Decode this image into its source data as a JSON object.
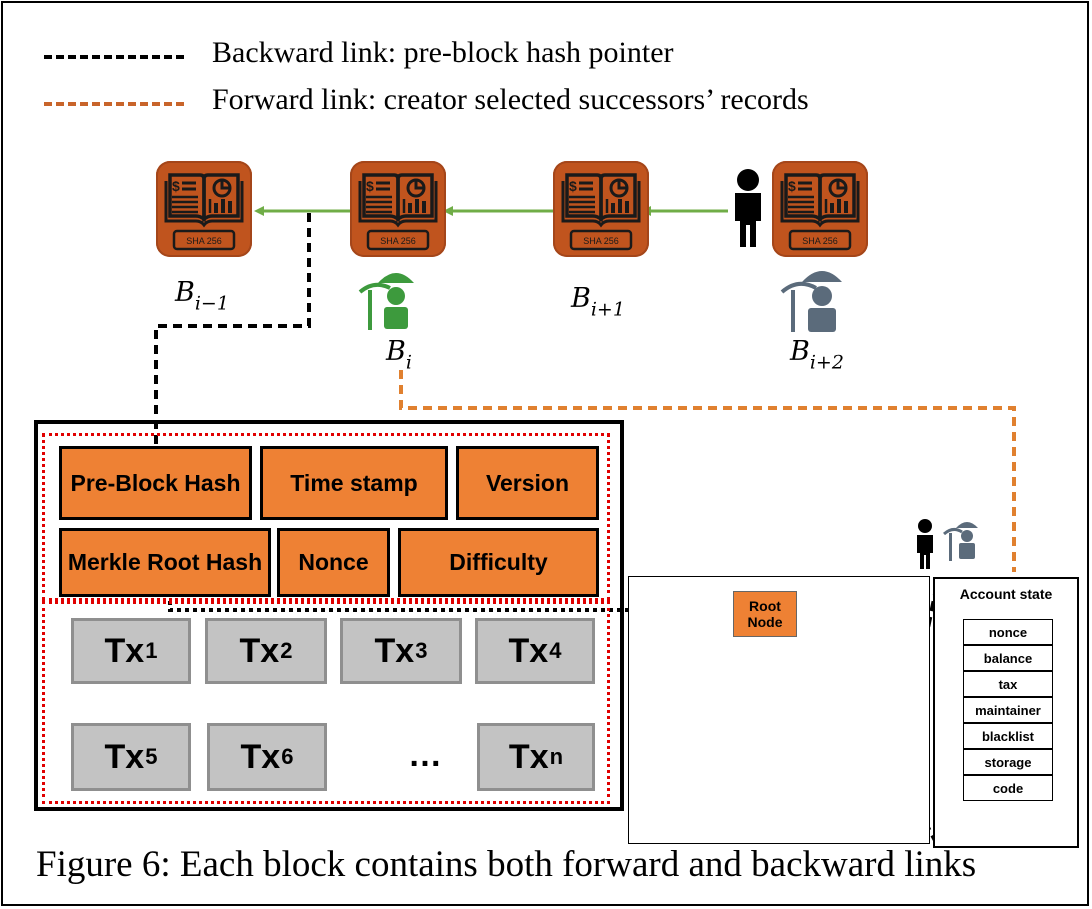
{
  "legend": {
    "backward": {
      "label": "Backward link: pre-block hash pointer",
      "color": "#000000"
    },
    "forward": {
      "label": "Forward link: creator selected successors’ records",
      "color": "#c8642a"
    }
  },
  "blocks": [
    {
      "label": "B",
      "subscript": "i−1"
    },
    {
      "label": "B",
      "subscript": "i"
    },
    {
      "label": "B",
      "subscript": "i+1"
    },
    {
      "label": "B",
      "subscript": "i+2"
    }
  ],
  "block_icon": {
    "name": "ledger-book-icon",
    "text": "SHA 256",
    "color": "#c0541e"
  },
  "header_fields": {
    "pre_block_hash": "Pre-Block Hash",
    "time_stamp": "Time stamp",
    "version": "Version",
    "merkle_root_hash": "Merkle Root Hash",
    "nonce": "Nonce",
    "difficulty": "Difficulty"
  },
  "transactions": [
    {
      "label": "Tx",
      "sub": "1"
    },
    {
      "label": "Tx",
      "sub": "2"
    },
    {
      "label": "Tx",
      "sub": "3"
    },
    {
      "label": "Tx",
      "sub": "4"
    },
    {
      "label": "Tx",
      "sub": "5"
    },
    {
      "label": "Tx",
      "sub": "6"
    },
    {
      "label": "Tx",
      "sub": "n"
    }
  ],
  "ellipsis": "…",
  "merkle_tree": {
    "root_label": "Root Node"
  },
  "account_state": {
    "title": "Account state",
    "fields": [
      "nonce",
      "balance",
      "tax",
      "maintainer",
      "blacklist",
      "storage",
      "code"
    ]
  },
  "colors": {
    "header_fill": "#ee8134",
    "tx_fill": "#c3c3c3",
    "chain_arrow": "#70ad47",
    "miner_green": "#3d9a3d",
    "miner_slate": "#5b6b7b",
    "red_dotted": "#e00000"
  },
  "caption": "Figure 6: Each block contains both forward and backward links"
}
